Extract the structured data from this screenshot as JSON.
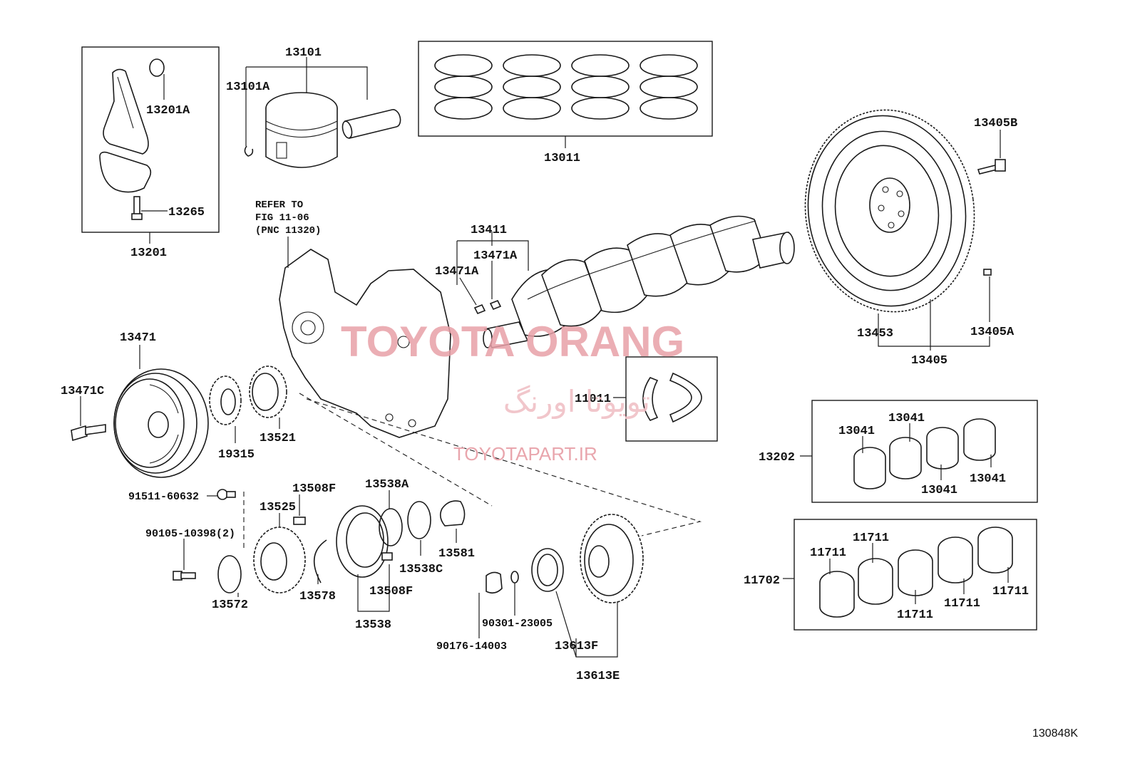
{
  "diagram": {
    "labels": {
      "p13201A": "13201A",
      "p13265": "13265",
      "p13201": "13201",
      "p13101": "13101",
      "p13101A": "13101A",
      "p13011": "13011",
      "p13405B": "13405B",
      "p13405A": "13405A",
      "p13453": "13453",
      "p13405": "13405",
      "p13411": "13411",
      "p13471A_1": "13471A",
      "p13471A_2": "13471A",
      "p13471": "13471",
      "p13471C": "13471C",
      "p19315": "19315",
      "p13521": "13521",
      "p11011": "11011",
      "p13202": "13202",
      "p13041_1": "13041",
      "p13041_2": "13041",
      "p13041_3": "13041",
      "p13041_4": "13041",
      "p11702": "11702",
      "p11711_1": "11711",
      "p11711_2": "11711",
      "p11711_3": "11711",
      "p11711_4": "11711",
      "p11711_5": "11711",
      "p91511": "91511-60632",
      "p90105": "90105-10398(2)",
      "p13525": "13525",
      "p13508F_1": "13508F",
      "p13508F_2": "13508F",
      "p13538A": "13538A",
      "p13538C": "13538C",
      "p13538": "13538",
      "p13581": "13581",
      "p13572": "13572",
      "p13578": "13578",
      "p90301": "90301-23005",
      "p90176": "90176-14003",
      "p13613F": "13613F",
      "p13613E": "13613E"
    },
    "refer_note": [
      "REFER TO",
      "FIG 11-06",
      "(PNC 11320)"
    ],
    "figure_id": "130848K"
  },
  "watermark": {
    "brand_en": "TOYOTA ORANG",
    "brand_fa": "تویوتا اورنگ",
    "site": "TOYOTAPART.IR"
  }
}
